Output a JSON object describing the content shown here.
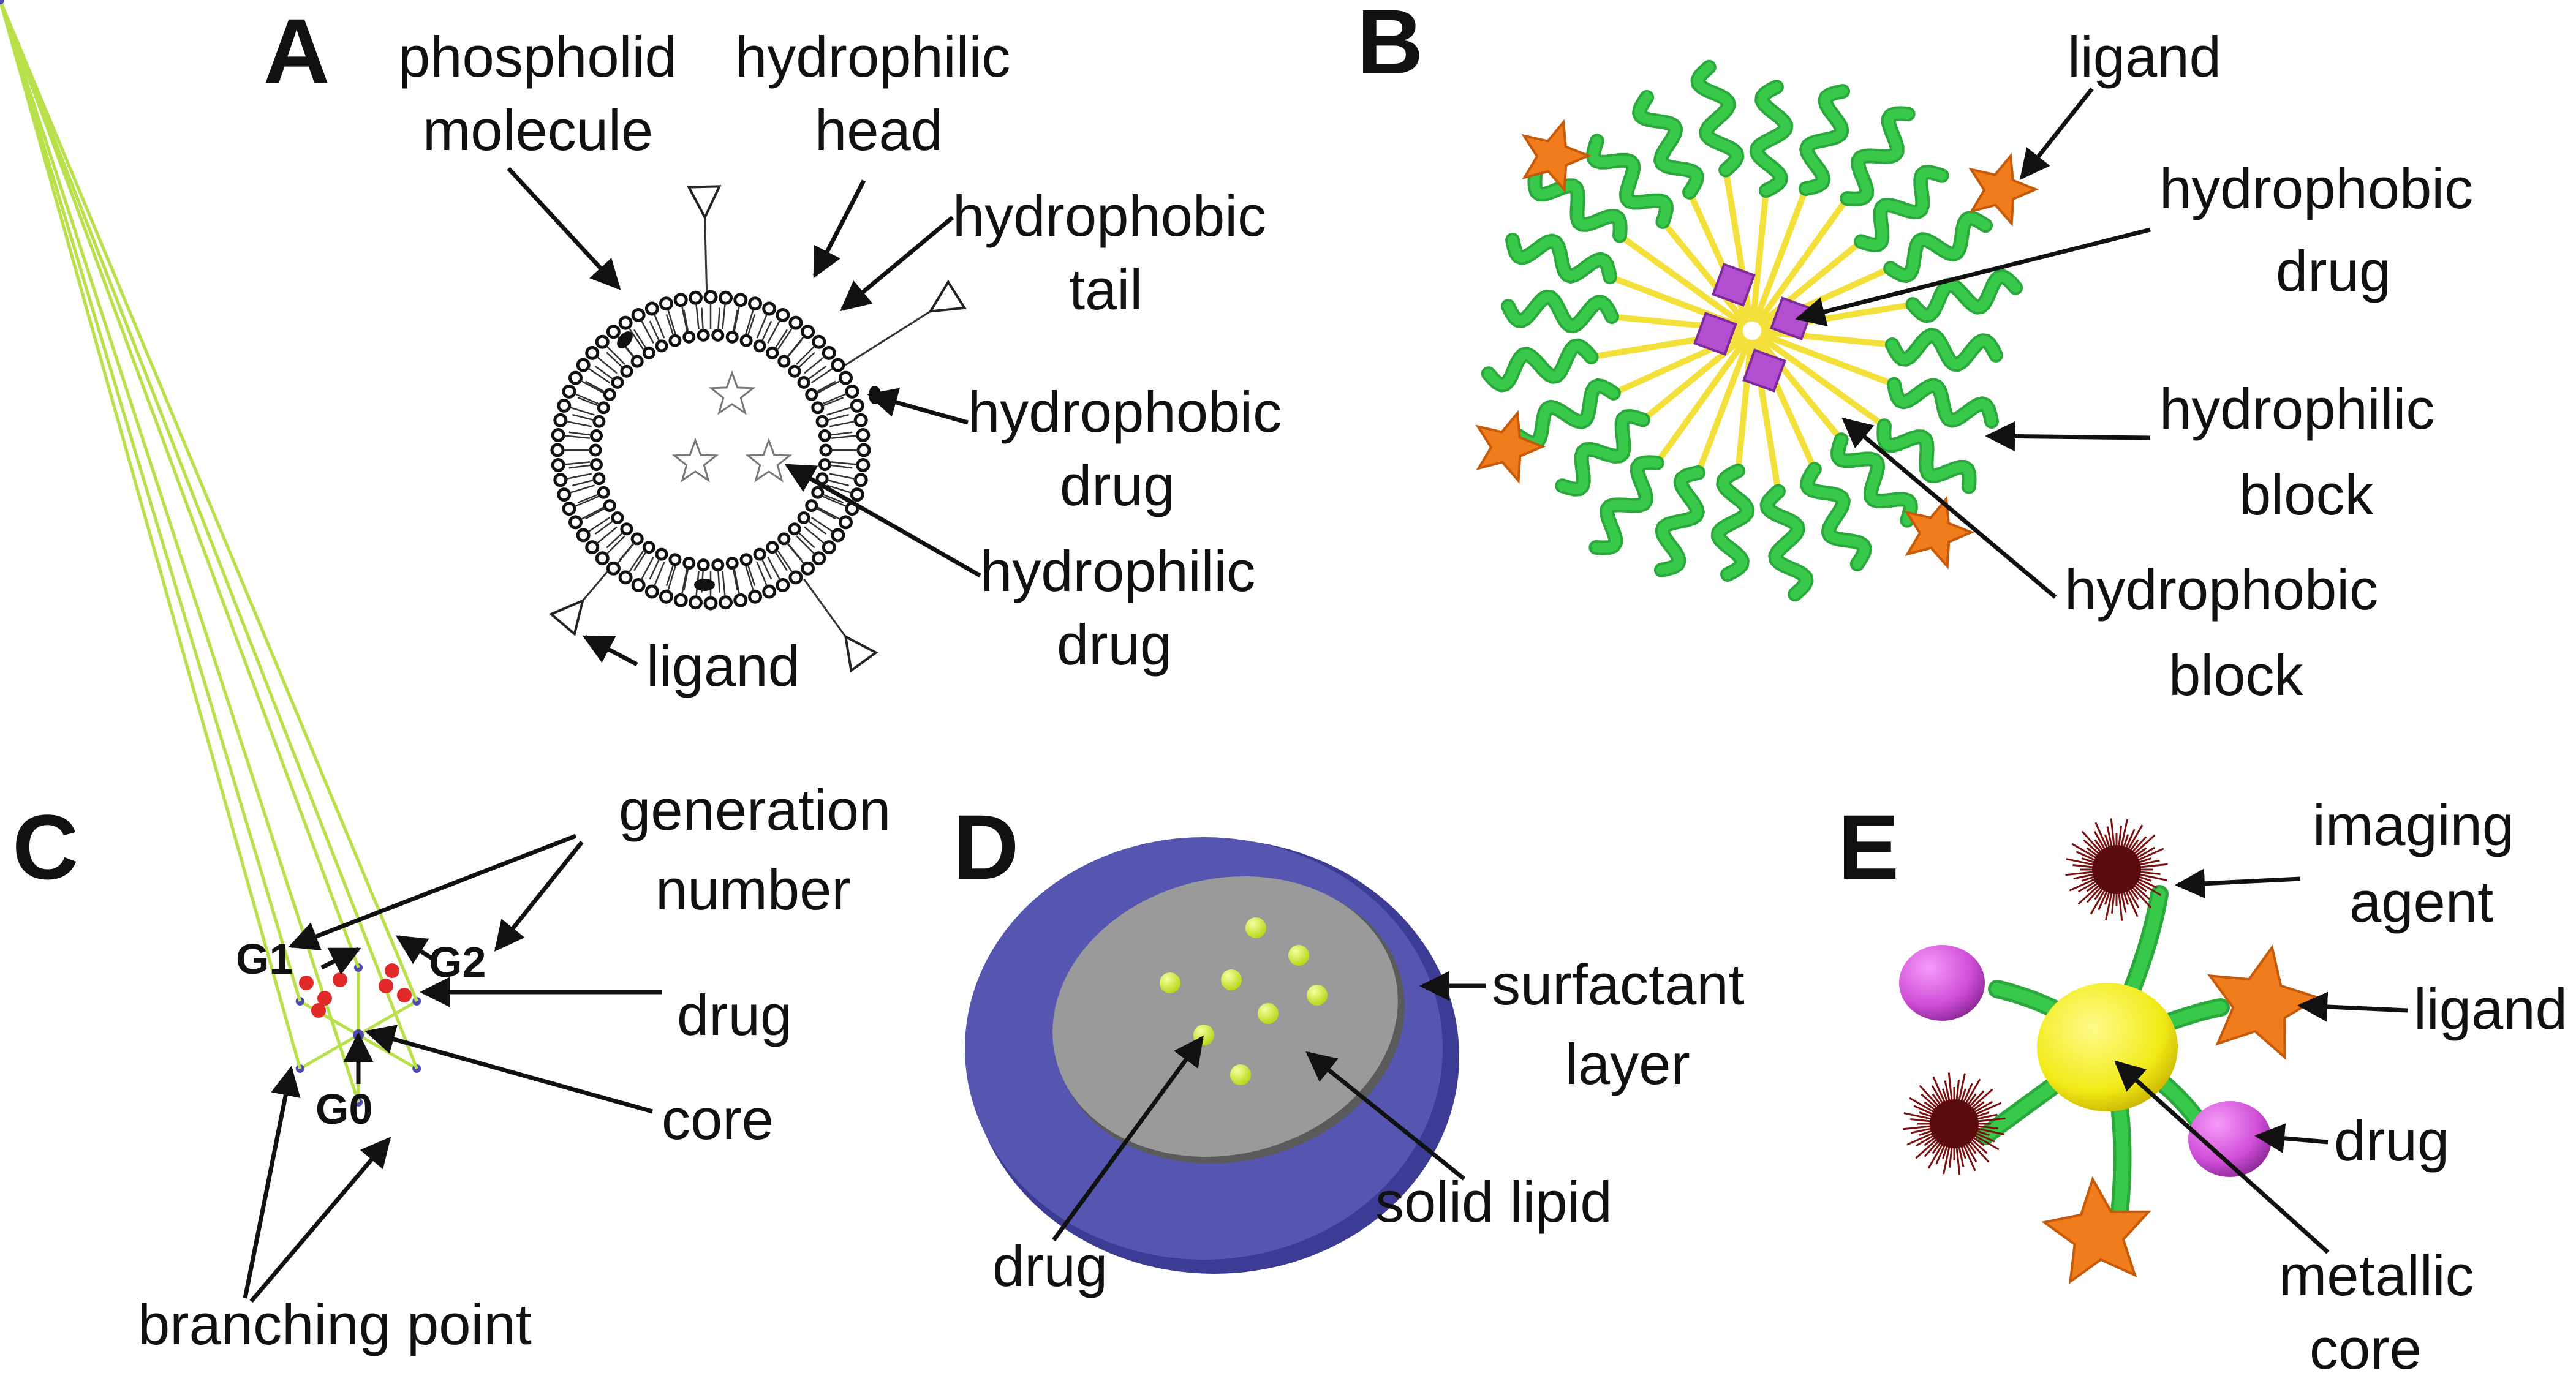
{
  "panels": {
    "A": {
      "letter": "A",
      "labels": {
        "phospholipid_1": "phospholid",
        "phospholipid_2": "molecule",
        "head_1": "hydrophilic",
        "head_2": "head",
        "tail_1": "hydrophobic",
        "tail_2": "tail",
        "hdrug_1": "hydrophobic",
        "hdrug_2": "drug",
        "pdrug_1": "hydrophilic",
        "pdrug_2": "drug",
        "ligand": "ligand"
      }
    },
    "B": {
      "letter": "B",
      "labels": {
        "ligand": "ligand",
        "hdrug_1": "hydrophobic",
        "hdrug_2": "drug",
        "hblock_1": "hydrophilic",
        "hblock_2": "block",
        "pblock_1": "hydrophobic",
        "pblock_2": "block"
      }
    },
    "C": {
      "letter": "C",
      "labels": {
        "gen_1": "generation",
        "gen_2": "number",
        "g1": "G1",
        "g2": "G2",
        "g0": "G0",
        "drug": "drug",
        "core": "core",
        "branching": "branching point"
      }
    },
    "D": {
      "letter": "D",
      "labels": {
        "surf_1": "surfactant",
        "surf_2": "layer",
        "solid": "solid lipid",
        "drug": "drug"
      }
    },
    "E": {
      "letter": "E",
      "labels": {
        "img_1": "imaging",
        "img_2": "agent",
        "ligand": "ligand",
        "drug": "drug",
        "core_1": "metallic",
        "core_2": "core"
      }
    }
  },
  "colors": {
    "polymer_green": "#39c94a",
    "spoke_yellow": "#f4e03a",
    "cube_purple": "#b24fd0",
    "star_orange": "#f07c1c",
    "dendron_blue": "#2f9fd0",
    "node_purple": "#4b4bb0",
    "branch_green": "#b8e04a",
    "drug_red": "#e02a2a",
    "surfactant_blue": "#5656b0",
    "lipid_grey": "#9a9a9a",
    "drug_yellowgreen": "#d8f03a",
    "core_yellow": "#f2ea18",
    "drug_magenta": "#d04fd8",
    "agent_darkred": "#7a1010"
  }
}
